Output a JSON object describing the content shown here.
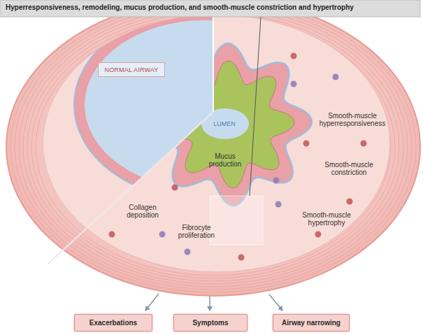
{
  "diagram": {
    "title": "Hyperresponsiveness, remodeling, mucus production, and smooth-muscle constriction and hypertrophy",
    "nodes": [
      {
        "text": [
          "NORMAL AIRWAY"
        ]
      },
      {
        "text": [
          "Exacerbations"
        ]
      },
      {
        "text": [
          "Symptoms"
        ]
      },
      {
        "text": [
          "Airway narrowing"
        ]
      }
    ],
    "labels": [
      "LUMEN",
      "Mucus production",
      "Smooth-muscle hyperresponsiveness",
      "Smooth-muscle constriction",
      "Smooth-muscle hypertrophy",
      "Collagen deposition",
      "Fibrocyte proliferation"
    ]
  }
}
